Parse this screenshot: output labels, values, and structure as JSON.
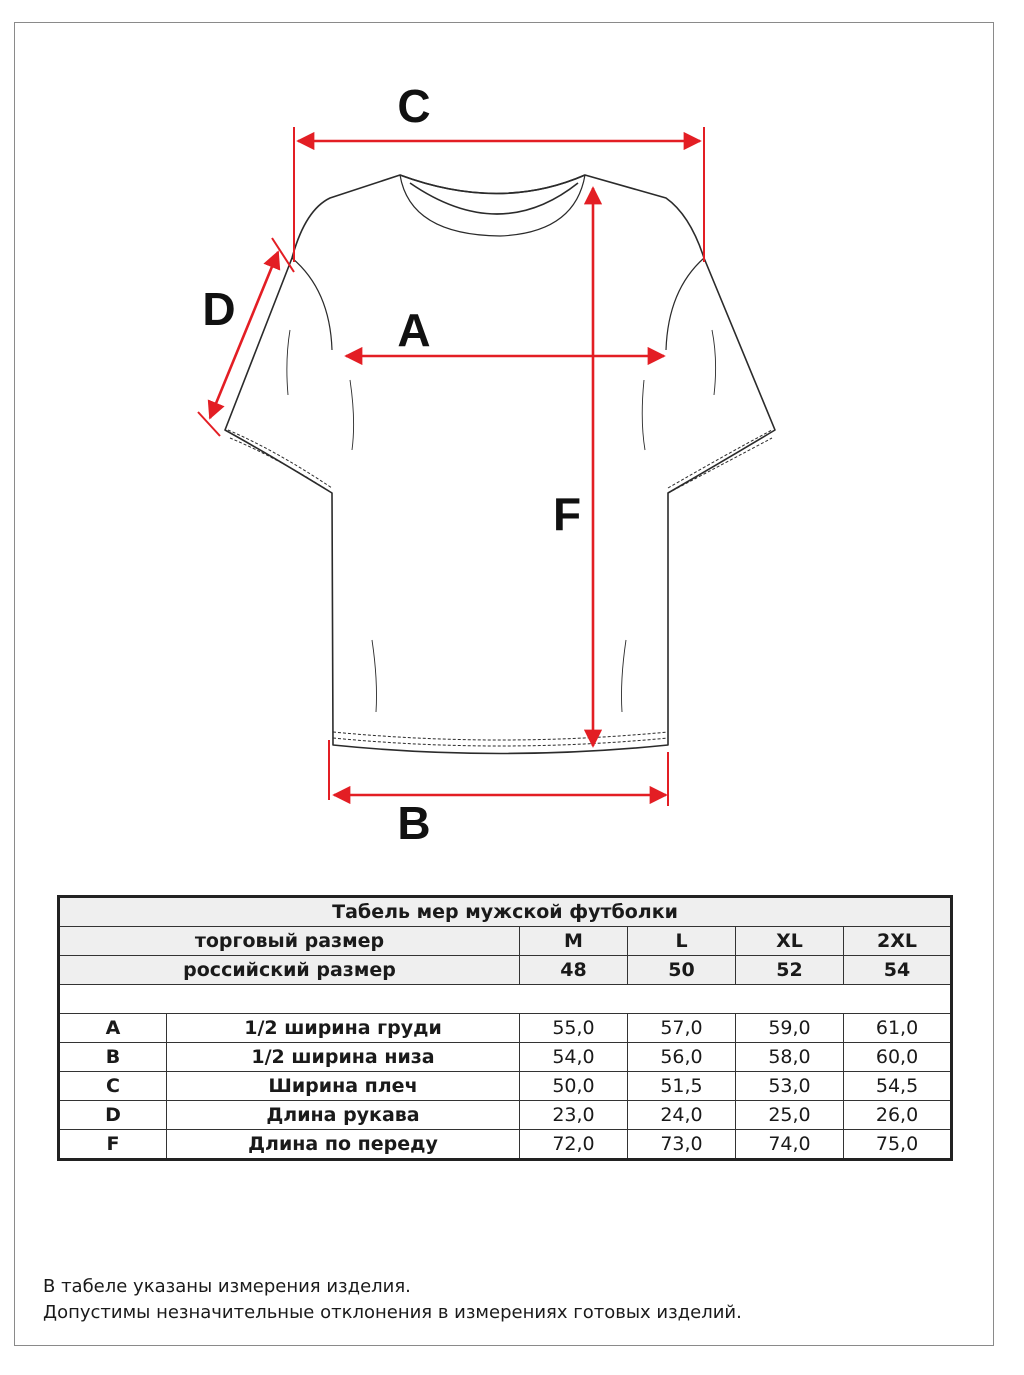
{
  "diagram": {
    "labels": {
      "a": "A",
      "b": "B",
      "c": "C",
      "d": "D",
      "f": "F"
    },
    "colors": {
      "arrow": "#e31e24",
      "outline": "#2b2b2b"
    }
  },
  "table": {
    "title": "Табель мер мужской футболки",
    "trade_size_label": "торговый размер",
    "trade_sizes": [
      "M",
      "L",
      "XL",
      "2XL"
    ],
    "russian_size_label": "российский размер",
    "russian_sizes": [
      "48",
      "50",
      "52",
      "54"
    ],
    "rows": [
      {
        "code": "A",
        "name": "1/2 ширина груди",
        "values": [
          "55,0",
          "57,0",
          "59,0",
          "61,0"
        ]
      },
      {
        "code": "B",
        "name": "1/2 ширина низа",
        "values": [
          "54,0",
          "56,0",
          "58,0",
          "60,0"
        ]
      },
      {
        "code": "C",
        "name": "Ширина плеч",
        "values": [
          "50,0",
          "51,5",
          "53,0",
          "54,5"
        ]
      },
      {
        "code": "D",
        "name": "Длина рукава",
        "values": [
          "23,0",
          "24,0",
          "25,0",
          "26,0"
        ]
      },
      {
        "code": "F",
        "name": "Длина по переду",
        "values": [
          "72,0",
          "73,0",
          "74,0",
          "75,0"
        ]
      }
    ]
  },
  "notes": {
    "line1": "В табеле указаны измерения изделия.",
    "line2": "Допустимы незначительные отклонения в измерениях готовых изделий."
  }
}
